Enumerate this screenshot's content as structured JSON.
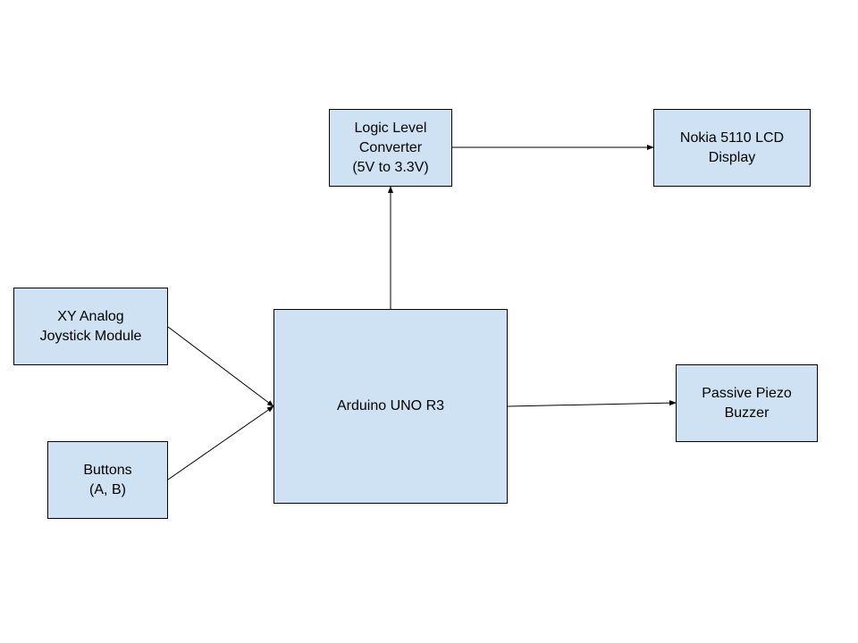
{
  "colors": {
    "box_fill": "#cfe2f3",
    "box_border": "#000000",
    "line": "#000000",
    "background": "#ffffff"
  },
  "nodes": {
    "arduino": "Arduino UNO R3",
    "logic_level_converter": "Logic Level\nConverter\n(5V to 3.3V)",
    "lcd": "Nokia 5110 LCD\nDisplay",
    "joystick": "XY Analog\nJoystick Module",
    "buttons": "Buttons\n(A, B)",
    "buzzer": "Passive Piezo\nBuzzer"
  },
  "edges": [
    {
      "from": "joystick",
      "to": "arduino"
    },
    {
      "from": "buttons",
      "to": "arduino"
    },
    {
      "from": "arduino",
      "to": "logic_level_converter"
    },
    {
      "from": "logic_level_converter",
      "to": "lcd"
    },
    {
      "from": "arduino",
      "to": "buzzer"
    }
  ]
}
